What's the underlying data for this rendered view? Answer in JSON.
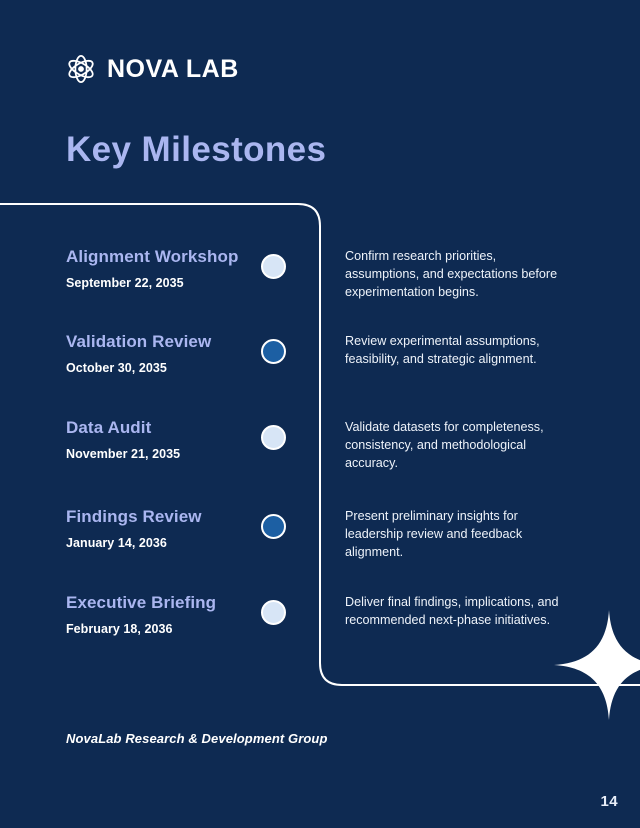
{
  "brand": {
    "logo_icon": "atom-icon",
    "name": "NOVA LAB"
  },
  "header": {
    "title": "Key Milestones"
  },
  "colors": {
    "background": "#0e2a52",
    "title_accent": "#aab6f0",
    "line": "#ffffff",
    "dot_light": "#d7e5f6",
    "dot_dark": "#1c5fa3",
    "body_text": "#eef3fa"
  },
  "timeline": {
    "items": [
      {
        "title": "Alignment Workshop",
        "date": "September 22, 2035",
        "description": "Confirm research priorities, assumptions, and expectations before experimentation begins.",
        "dot_style": "light"
      },
      {
        "title": "Validation Review",
        "date": "October 30, 2035",
        "description": "Review experimental assumptions, feasibility, and strategic alignment.",
        "dot_style": "dark"
      },
      {
        "title": "Data Audit",
        "date": "November 21, 2035",
        "description": "Validate datasets for completeness, consistency, and methodological accuracy.",
        "dot_style": "light"
      },
      {
        "title": "Findings Review",
        "date": "January 14, 2036",
        "description": "Present preliminary insights for leadership review and feedback alignment.",
        "dot_style": "dark"
      },
      {
        "title": "Executive Briefing",
        "date": "February 18, 2036",
        "description": "Deliver final findings, implications, and recommended next-phase initiatives.",
        "dot_style": "light"
      }
    ]
  },
  "footer": {
    "note": "NovaLab Research & Development Group",
    "page_number": "14"
  },
  "decorations": {
    "sparkle_icon": "four-point-star-icon"
  }
}
